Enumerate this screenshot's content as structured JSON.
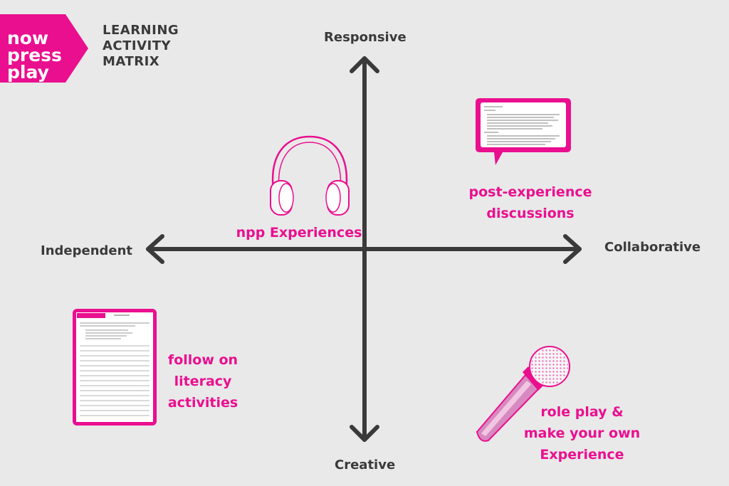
{
  "logo": {
    "lines": [
      "now",
      "press",
      "play"
    ]
  },
  "title": {
    "lines": [
      "LEARNING",
      "ACTIVITY",
      "MATRIX"
    ]
  },
  "axes": {
    "top": "Responsive",
    "bottom": "Creative",
    "left": "Independent",
    "right": "Collaborative"
  },
  "activities": {
    "npp": "npp Experiences",
    "discussion": [
      "post-experience",
      "discussions"
    ],
    "literacy": [
      "follow on",
      "literacy",
      "activities"
    ],
    "roleplay": [
      "role play &",
      "make your own",
      "Experience"
    ]
  },
  "colors": {
    "brand": "#ea0f8f",
    "axis": "#3a3a3a",
    "background": "#e9e9e9"
  },
  "icons": [
    "headphones-icon",
    "speech-bubble-icon",
    "worksheet-icon",
    "microphone-icon"
  ]
}
